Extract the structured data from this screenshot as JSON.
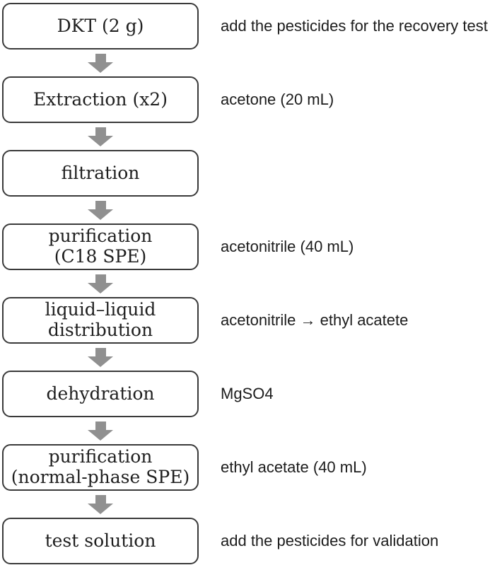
{
  "figure": {
    "kind": "process-flowchart",
    "colors": {
      "box_border": "#3a3a3a",
      "box_fill": "#ffffff",
      "arrow": "#909090",
      "text": "#1f1f1f",
      "background": "#ffffff"
    }
  },
  "steps": [
    {
      "label": "DKT (2 g)",
      "note": "add the pesticides for the recovery test"
    },
    {
      "label": "Extraction (x2)",
      "note": "acetone (20 mL)"
    },
    {
      "label": "filtration",
      "note": ""
    },
    {
      "label": "purification\n(C18 SPE)",
      "note": "acetonitrile (40 mL)"
    },
    {
      "label": "liquid–liquid\ndistribution",
      "note": "acetonitrile → ethyl acatete"
    },
    {
      "label": "dehydration",
      "note": "MgSO4"
    },
    {
      "label": "purification\n(normal-phase SPE)",
      "note": "ethyl acetate (40 mL)"
    },
    {
      "label": "test solution",
      "note": "add the pesticides for validation"
    }
  ]
}
